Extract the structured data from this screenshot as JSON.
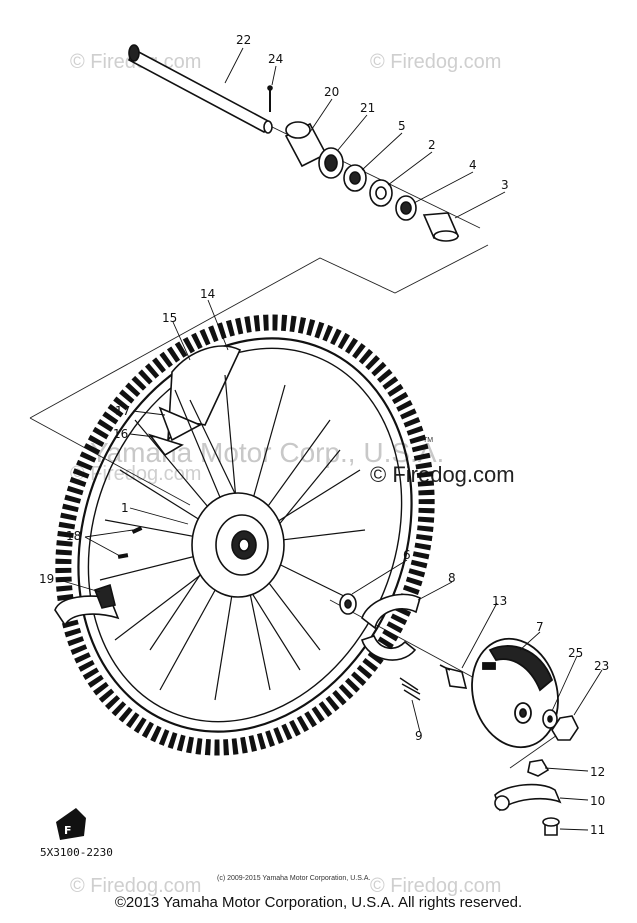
{
  "watermarks": {
    "firedog": "© Firedog.com",
    "firedog_dark": "© Firedog.com",
    "yamaha": "Yamaha Motor Corp., U.S.A.",
    "tm": "TM"
  },
  "part_labels": {
    "p1": "1",
    "p2": "2",
    "p3": "3",
    "p4": "4",
    "p5": "5",
    "p6": "6",
    "p7": "7",
    "p8": "8",
    "p9": "9",
    "p10": "10",
    "p11": "11",
    "p12": "12",
    "p13": "13",
    "p14": "14",
    "p15": "15",
    "p16": "16",
    "p17": "17",
    "p18": "18",
    "p19": "19",
    "p20": "20",
    "p21": "21",
    "p22": "22",
    "p23": "23",
    "p24": "24",
    "p25": "25"
  },
  "front_marker": "F",
  "diagram_code": "5X3100-2230",
  "small_copyright": "(c) 2009-2015 Yamaha Motor Corporation, U.S.A.",
  "footer_copyright": "©2013 Yamaha Motor Corporation, U.S.A. All rights reserved."
}
